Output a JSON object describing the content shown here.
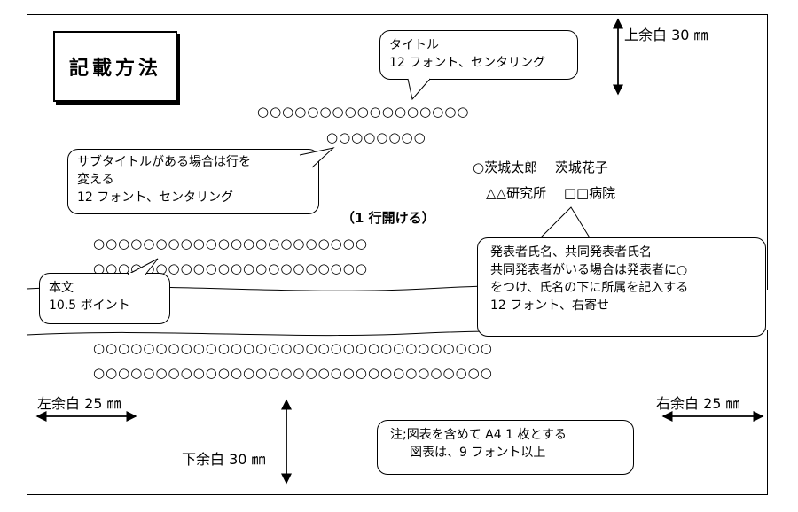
{
  "logo": {
    "text": "記載方法"
  },
  "margins": {
    "top": "上余白 30 ㎜",
    "bottom": "下余白 30 ㎜",
    "left": "左余白 25 ㎜",
    "right": "右余白 25 ㎜"
  },
  "callouts": {
    "title": [
      "タイトル",
      "12 フォント、センタリング"
    ],
    "subtitle": [
      "サブタイトルがある場合は行を",
      "変える",
      "12 フォント、センタリング"
    ],
    "body": [
      "本文",
      "10.5 ポイント"
    ],
    "author": [
      "発表者氏名、共同発表者氏名",
      "共同発表者がいる場合は発表者に○",
      "をつけ、氏名の下に所属を記入する",
      "12 フォント、右寄せ"
    ],
    "note": [
      "注;図表を含めて A4 1 枚とする",
      "図表は、9 フォント以上"
    ]
  },
  "sample": {
    "title_line": "○○○○○○○○○○○○○○○○○",
    "subtitle_line": "○○○○○○○○",
    "authors": "○茨城太郎　 茨城花子",
    "affiliations": "△△研究所　 □□病院",
    "blank_line": "（1 行開ける）",
    "body_top_1": "○○○○○○○○○○○○○○○○○○○○○○",
    "body_top_2": "○○○○○○○○○○○○○○○○○○○○○○",
    "body_bottom_1": "○○○○○○○○○○○○○○○○○○○○○○○○○○○○○○○○",
    "body_bottom_2": "○○○○○○○○○○○○○○○○○○○○○○○○○○○○○○○○"
  }
}
